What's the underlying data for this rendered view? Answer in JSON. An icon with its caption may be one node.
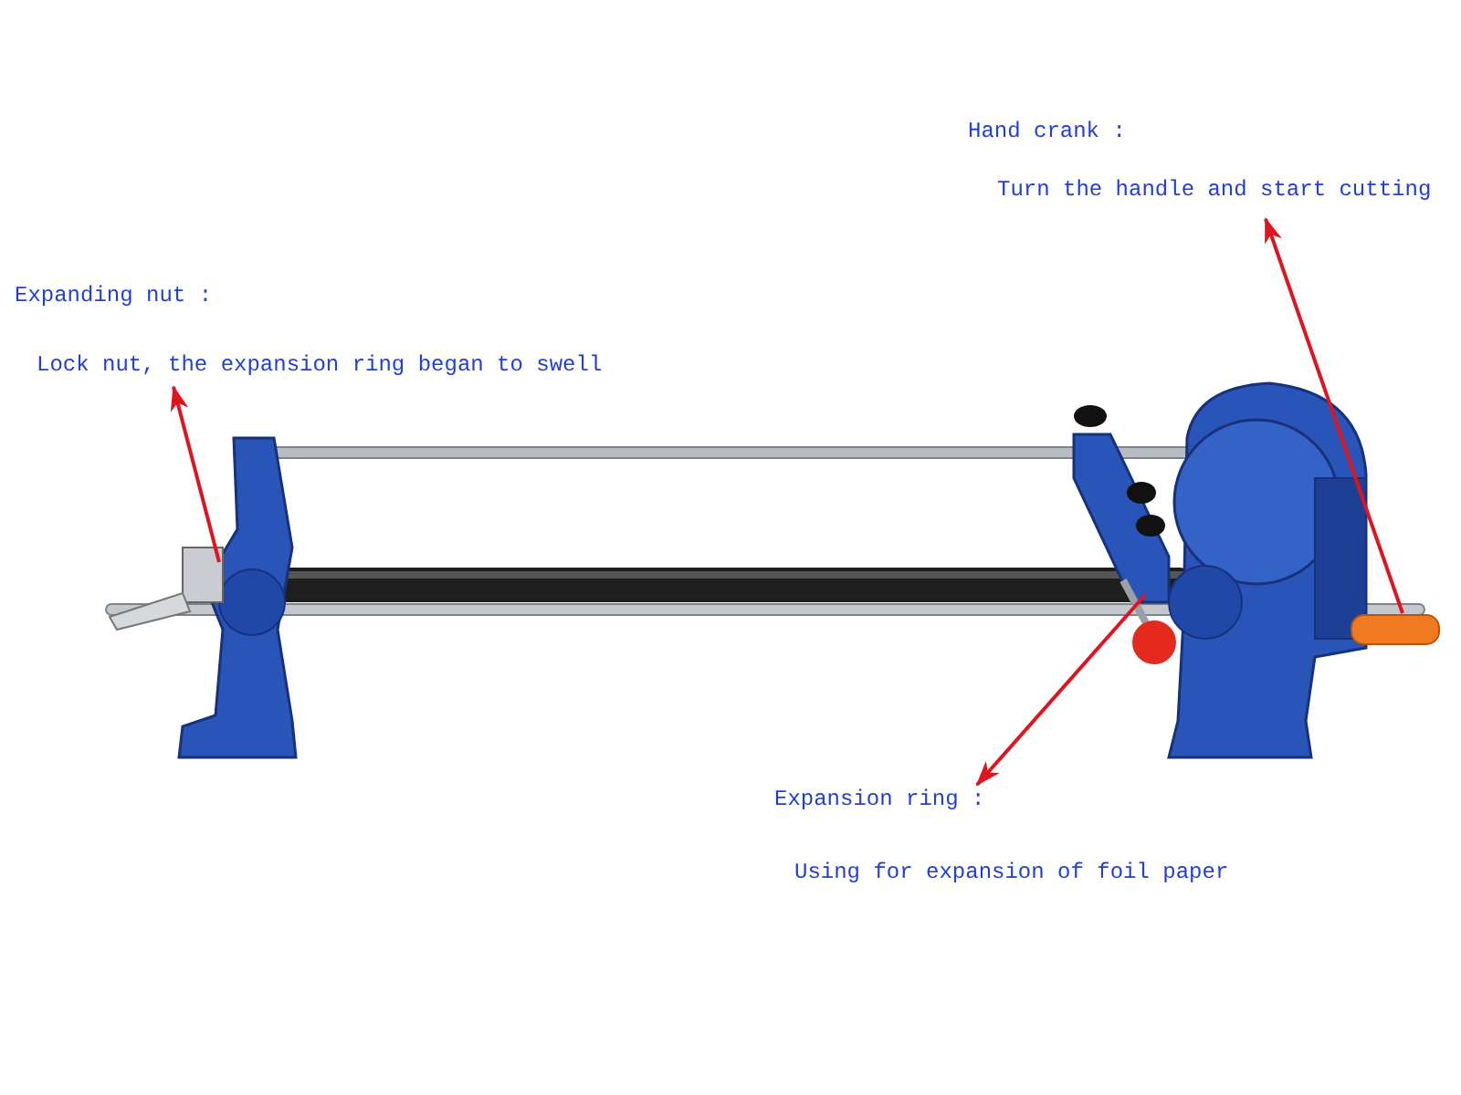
{
  "diagram": {
    "nodes": [
      {
        "text": [
          "Hand crank :",
          "Turn the handle and start cutting"
        ]
      },
      {
        "text": [
          "Expanding nut :",
          "Lock nut, the expansion ring began to swell"
        ]
      },
      {
        "text": [
          "Expansion ring :",
          "Using for expansion of foil paper"
        ]
      }
    ],
    "edges": [
      {
        "from": null,
        "to": 0,
        "arrow": "to"
      },
      {
        "from": null,
        "to": 1,
        "arrow": "to"
      },
      {
        "from": null,
        "to": 2,
        "arrow": "to"
      }
    ]
  }
}
